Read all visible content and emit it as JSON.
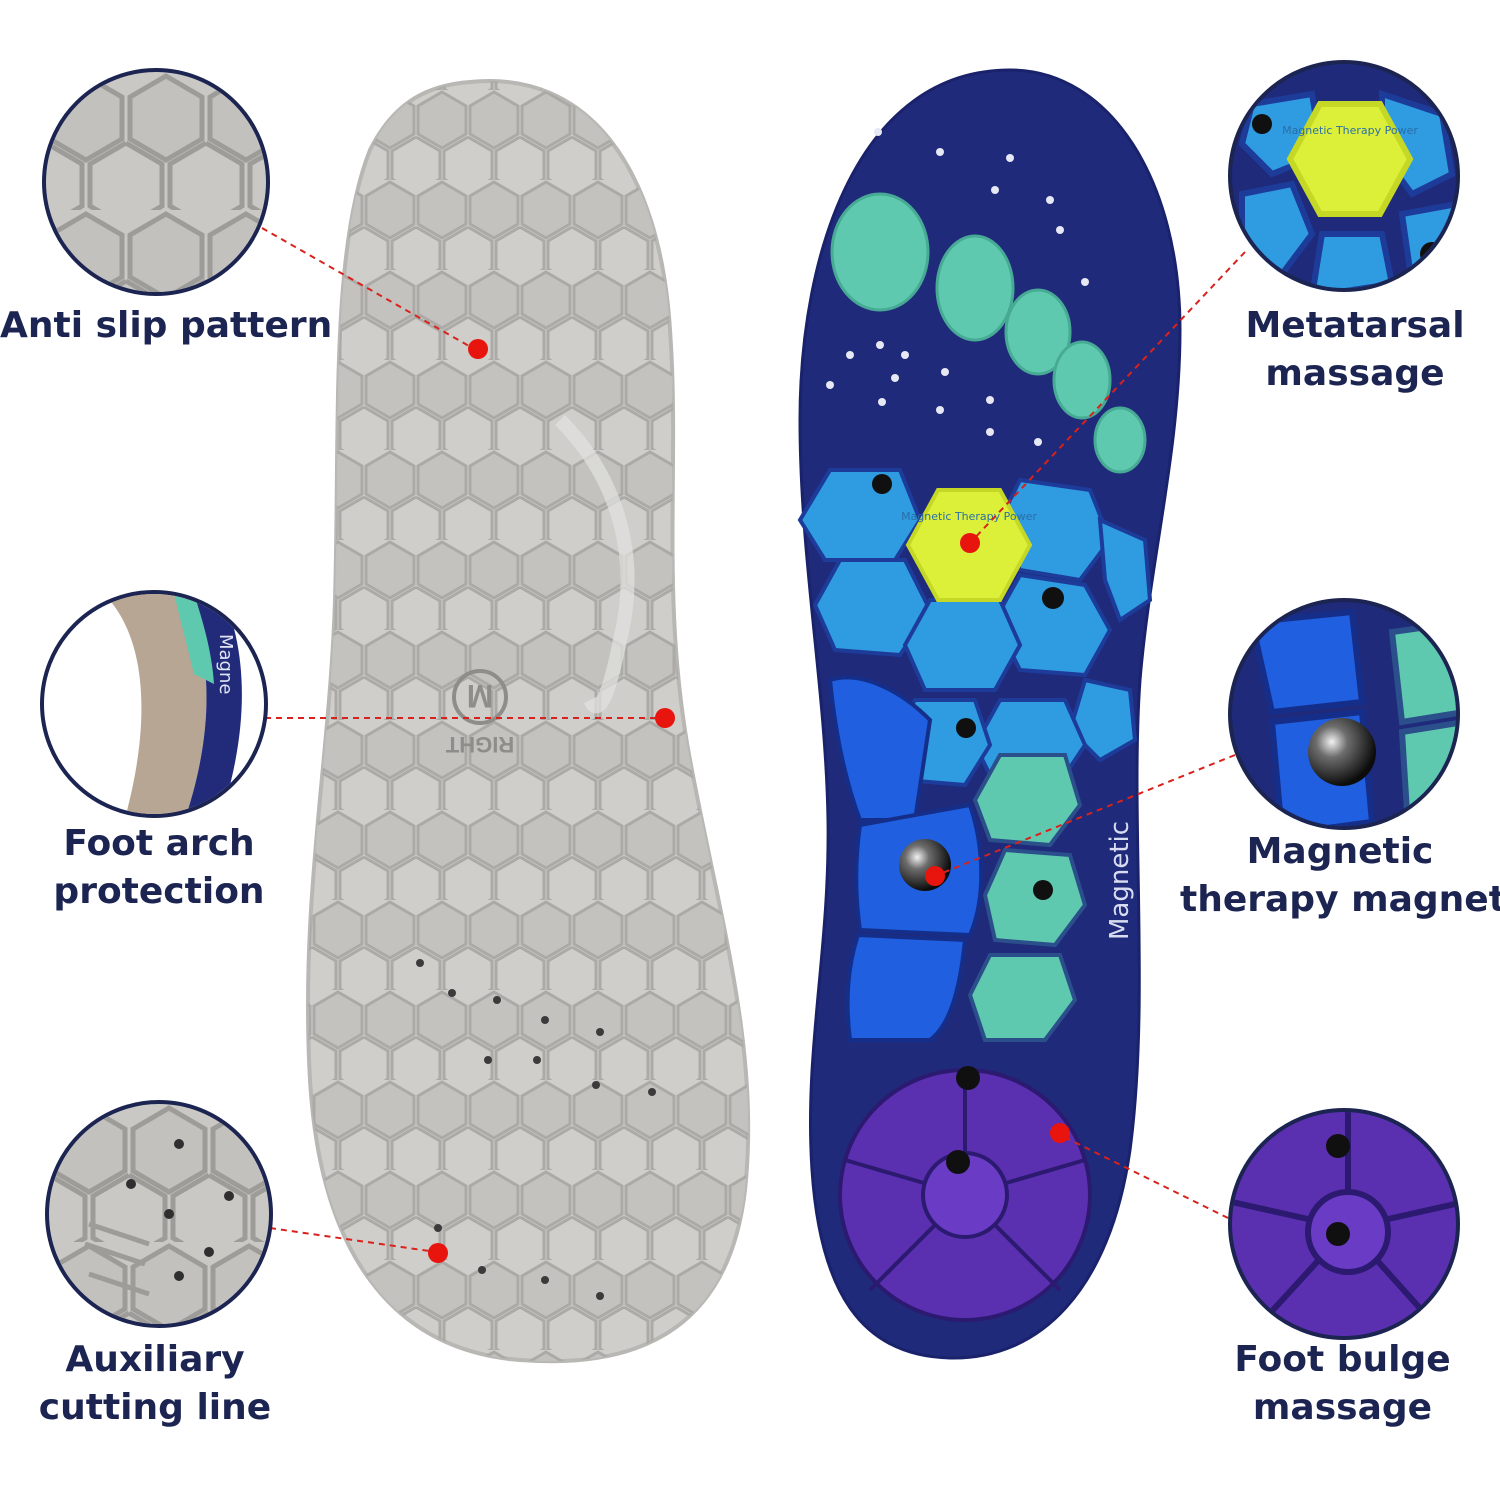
{
  "callouts": {
    "anti_slip": {
      "line1": "Anti slip pattern",
      "line2": ""
    },
    "arch": {
      "line1": "Foot arch",
      "line2": "protection"
    },
    "cutting": {
      "line1": "Auxiliary",
      "line2": "cutting line"
    },
    "metatarsal": {
      "line1": "Metatarsal",
      "line2": "massage"
    },
    "magnet": {
      "line1": "Magnetic",
      "line2": "therapy magnet"
    },
    "bulge": {
      "line1": "Foot bulge",
      "line2": "massage"
    }
  },
  "insole_bottom": {
    "size_mark": "M",
    "side_mark": "RIGHT"
  },
  "insole_top": {
    "vertical_text": "Magnetic",
    "magnet_badge_text": "Magnetic Therapy Power"
  },
  "arch_zoom_text": "Magne",
  "colors": {
    "label": "#1c2452",
    "marker": "#e8150f",
    "gray_sole": "#c7c6c3",
    "navy": "#222b7a",
    "teal": "#5fc9b0",
    "blue": "#2f9be0",
    "yellow": "#dcf03a",
    "purple": "#5a2fb0"
  }
}
